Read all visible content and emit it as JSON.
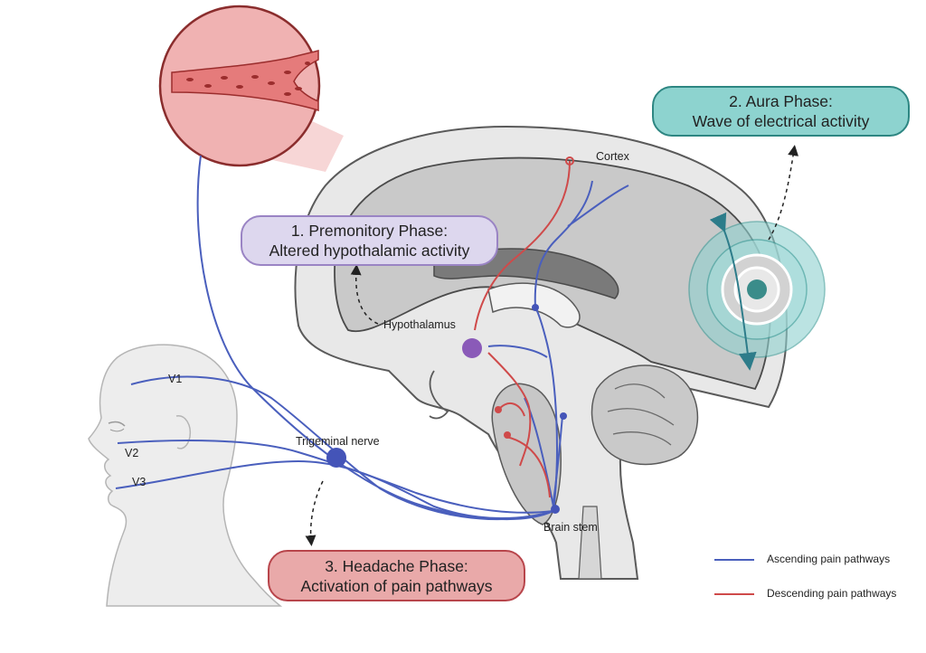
{
  "phases": {
    "premonitory": {
      "line1": "1. Premonitory Phase:",
      "line2": "Altered hypothalamic activity"
    },
    "aura": {
      "line1": "2. Aura Phase:",
      "line2": "Wave of electrical activity"
    },
    "headache": {
      "line1": "3. Headache Phase:",
      "line2": "Activation of pain pathways"
    }
  },
  "labels": {
    "cortex": "Cortex",
    "hypothalamus": "Hypothalamus",
    "trigeminal": "Trigeminal nerve",
    "brainstem": "Brain stem",
    "v1": "V1",
    "v2": "V2",
    "v3": "V3"
  },
  "legend": {
    "ascending": {
      "label": "Ascending pain pathways",
      "color": "#4a5fbd"
    },
    "descending": {
      "label": "Descending pain pathways",
      "color": "#cf4a4a"
    }
  },
  "colors": {
    "premonitory": "#9a84c4",
    "aura": "#2d8682",
    "headache": "#b8454b",
    "ascending": "#4a5fbd",
    "descending": "#cf4a4a"
  }
}
